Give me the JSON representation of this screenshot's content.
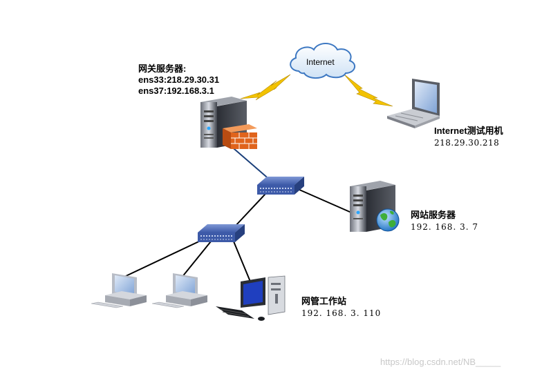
{
  "cloud": {
    "label": "Internet"
  },
  "gateway": {
    "title": "网关服务器:",
    "ens33": "ens33:218.29.30.31",
    "ens37": "ens37:192.168.3.1"
  },
  "test_machine": {
    "title": "Internet测试用机",
    "ip": "218.29.30.218"
  },
  "web_server": {
    "title": "网站服务器",
    "ip": "192. 168. 3. 7"
  },
  "admin_station": {
    "title": "网管工作站",
    "ip": "192. 168. 3. 110"
  },
  "watermark": "https://blog.csdn.net/NB_____",
  "colors": {
    "lightning": "#f2c200",
    "link_blue": "#1a3f7a",
    "link_black": "#000000",
    "firewall": "#e0641c",
    "switch": "#3d5aa8"
  }
}
